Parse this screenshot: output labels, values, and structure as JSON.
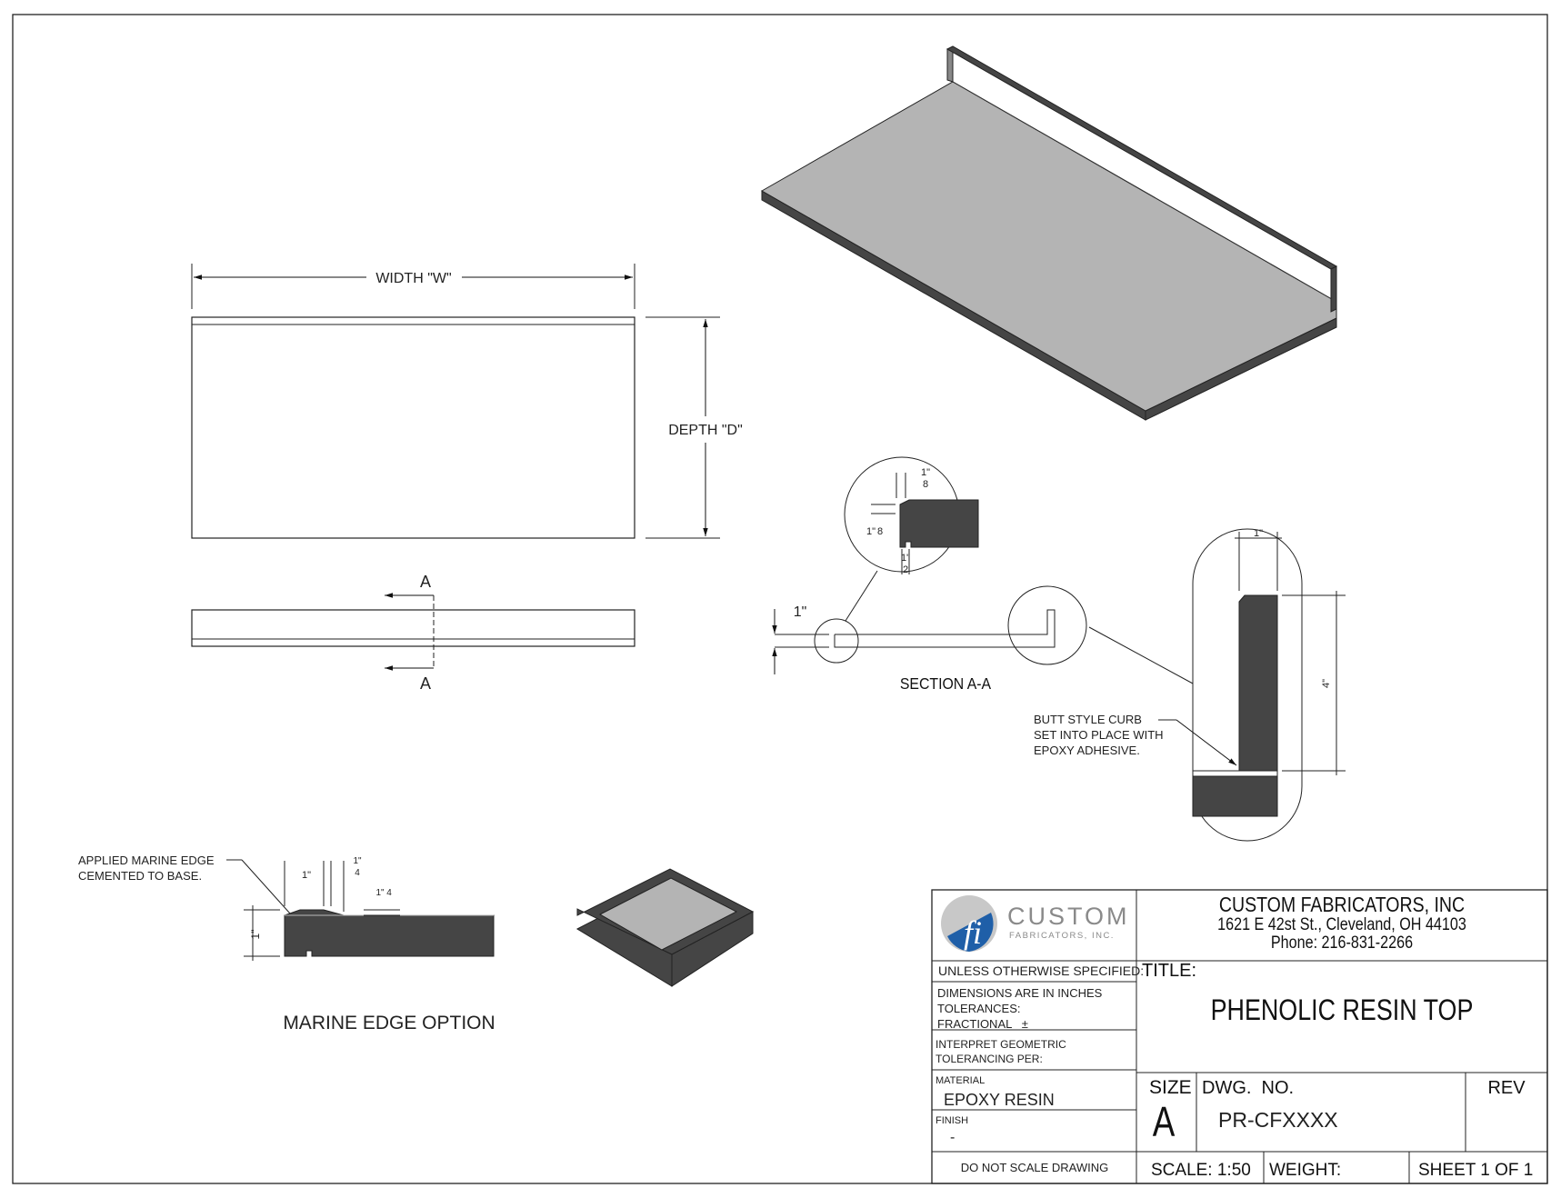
{
  "views": {
    "plan": {
      "width_label": "WIDTH \"W\"",
      "depth_label": "DEPTH \"D\""
    },
    "front": {
      "section_letter_top": "A",
      "section_letter_bottom": "A"
    },
    "section": {
      "label": "SECTION A-A",
      "thickness_dim": "1\"",
      "detail_dims": [
        "1\"",
        "8",
        "1\"",
        "8",
        "1\"",
        "2"
      ],
      "curb_width_dim": "1\"",
      "curb_height_dim": "4\"",
      "curb_note": [
        "BUTT STYLE CURB",
        "SET INTO PLACE WITH",
        "EPOXY ADHESIVE."
      ]
    },
    "marine": {
      "title": "MARINE EDGE OPTION",
      "note": [
        "APPLIED MARINE EDGE",
        "CEMENTED TO BASE."
      ],
      "dim_width": "1\"",
      "dim_quarter_num": "1\"",
      "dim_quarter_den": "4",
      "dim_height_frac_num": "1\"",
      "dim_height_frac_den": "4",
      "dim_thickness": "1\""
    }
  },
  "title_block": {
    "logo": {
      "word": "CUSTOM",
      "sub": "FABRICATORS, INC."
    },
    "company": {
      "name": "CUSTOM FABRICATORS, INC",
      "address": "1621 E 42st St., Cleveland, OH 44103",
      "phone": "Phone: 216-831-2266"
    },
    "unless": "UNLESS OTHERWISE SPECIFIED:",
    "dimensions": [
      "DIMENSIONS ARE IN INCHES",
      "TOLERANCES:",
      "FRACTIONAL   ±"
    ],
    "interpret": [
      "INTERPRET GEOMETRIC",
      "TOLERANCING PER:"
    ],
    "material_label": "MATERIAL",
    "material": "EPOXY RESIN",
    "finish_label": "FINISH",
    "finish": "-",
    "do_not_scale": "DO NOT SCALE DRAWING",
    "title_label": "TITLE:",
    "title": "PHENOLIC RESIN TOP",
    "size_label": "SIZE",
    "size": "A",
    "dwg_label": "DWG.  NO.",
    "dwg_no": "PR-CFXXXX",
    "rev_label": "REV",
    "scale": "SCALE: 1:50",
    "weight": "WEIGHT:",
    "sheet": "SHEET 1 OF 1"
  },
  "colors": {
    "top_surface": "#b4b4b4",
    "edge_dark": "#454545",
    "line": "#222222",
    "logo_blue": "#1f5fa8"
  }
}
